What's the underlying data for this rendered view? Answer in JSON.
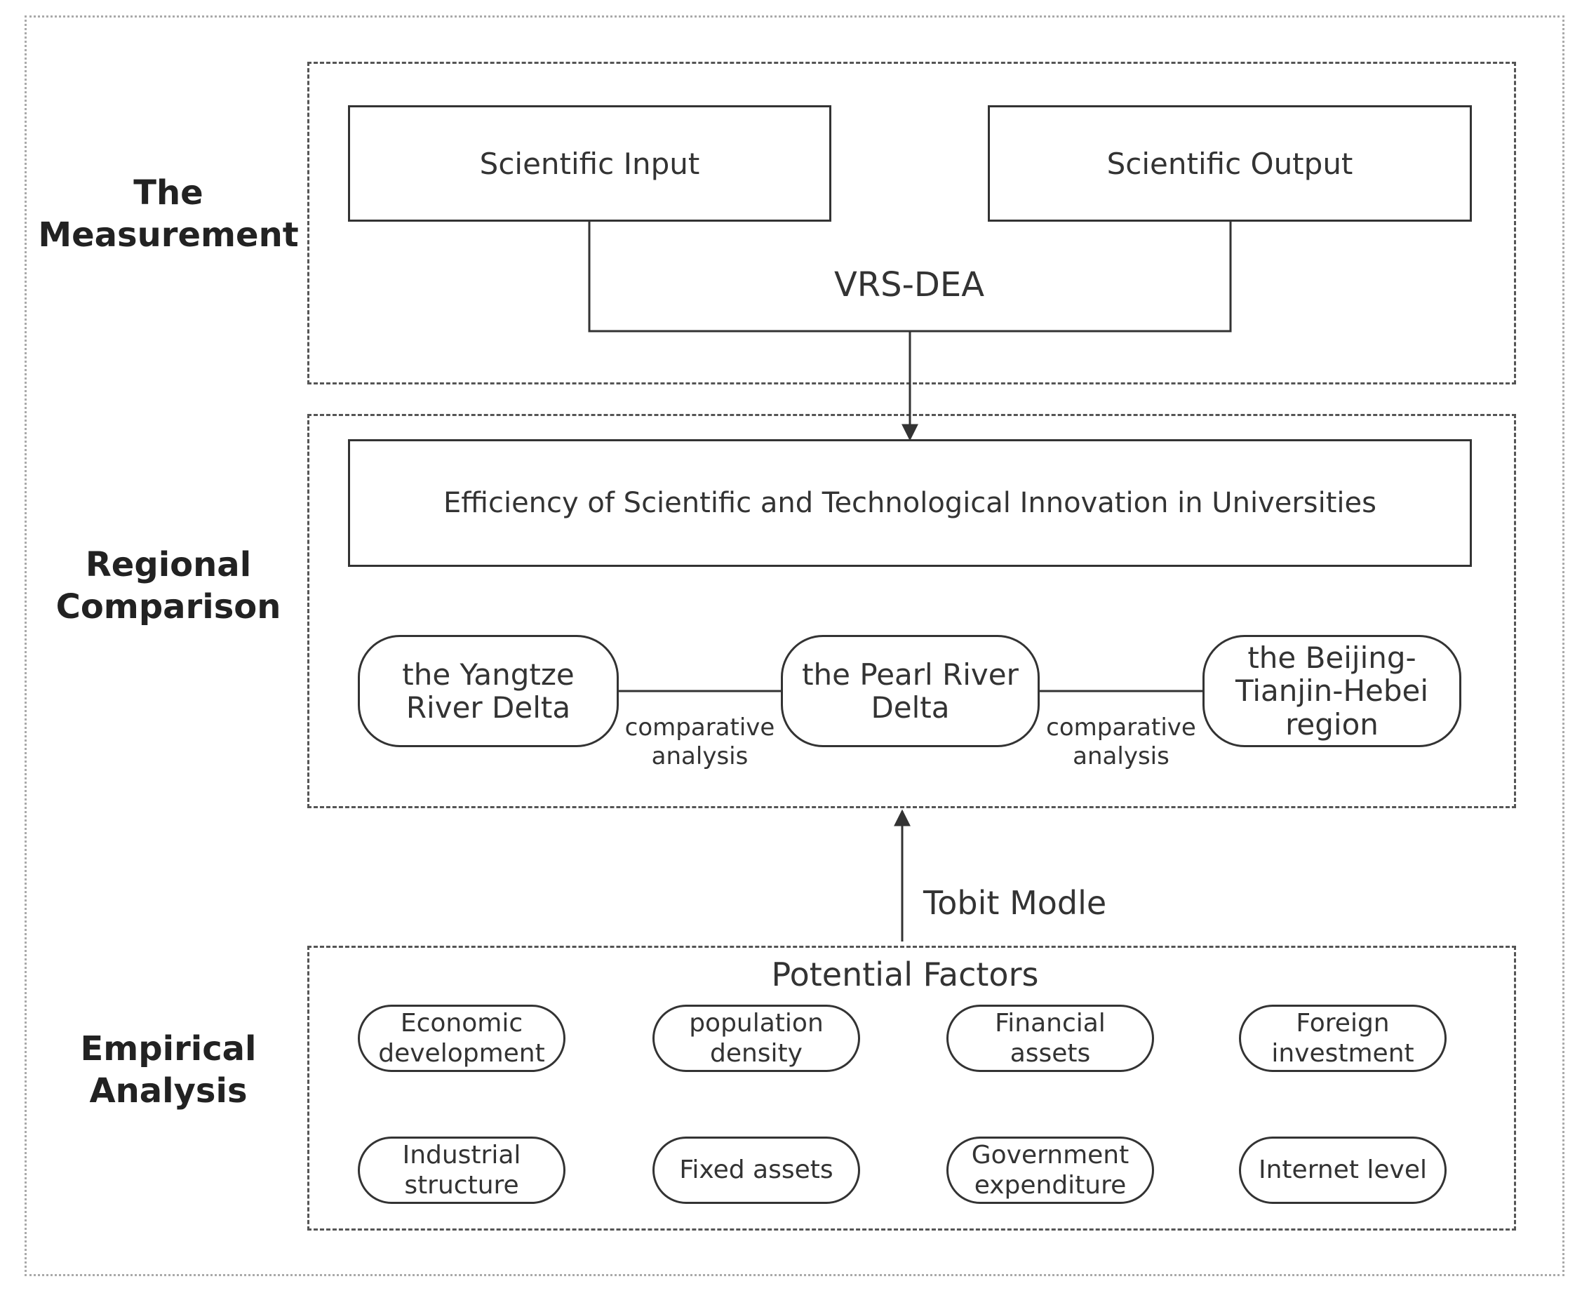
{
  "sections": {
    "measurement": "The\nMeasurement",
    "regional": "Regional\nComparison",
    "empirical": "Empirical\nAnalysis"
  },
  "measurement": {
    "input": "Scientific Input",
    "output": "Scientific Output",
    "method": "VRS-DEA"
  },
  "regional": {
    "efficiency": "Efficiency of Scientific and Technological Innovation in Universities",
    "regions": [
      "the Yangtze\nRiver Delta",
      "the Pearl River\nDelta",
      "the Beijing-\nTianjin-Hebei\nregion"
    ],
    "comparison_label": "comparative\nanalysis"
  },
  "tobit_label": "Tobit Modle",
  "empirical": {
    "title": "Potential Factors",
    "factors": [
      "Economic\ndevelopment",
      "population\ndensity",
      "Financial\nassets",
      "Foreign\ninvestment",
      "Industrial\nstructure",
      "Fixed assets",
      "Government\nexpenditure",
      "Internet level"
    ]
  }
}
